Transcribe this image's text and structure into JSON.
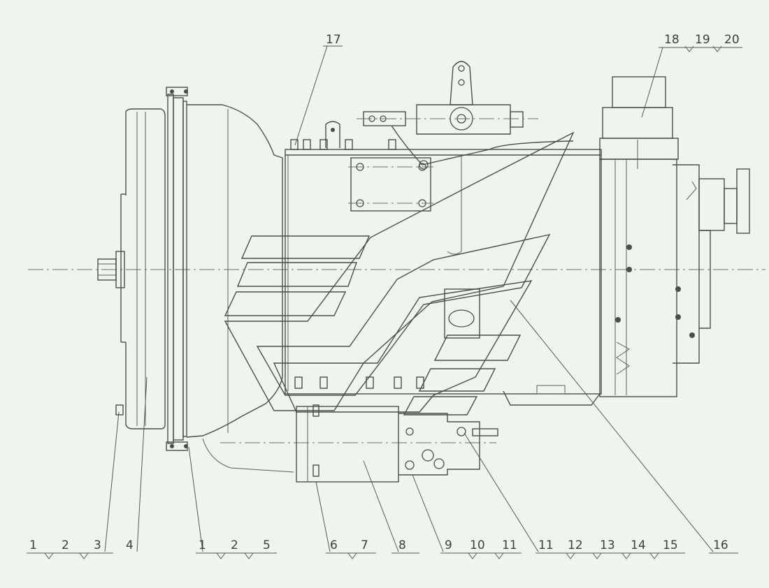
{
  "callouts": {
    "c17": "17",
    "c18": "18",
    "c19": "19",
    "c20": "20",
    "g1": [
      "1",
      "2",
      "3",
      "4"
    ],
    "g2": [
      "1",
      "2",
      "5"
    ],
    "g3": [
      "6",
      "7"
    ],
    "g4": [
      "8"
    ],
    "g5": [
      "9",
      "10",
      "11"
    ],
    "g6": [
      "11",
      "12",
      "13",
      "14",
      "15"
    ],
    "g7": [
      "16"
    ]
  },
  "colors": {
    "background": "#eef5ee",
    "line": "#4a4e4a"
  }
}
